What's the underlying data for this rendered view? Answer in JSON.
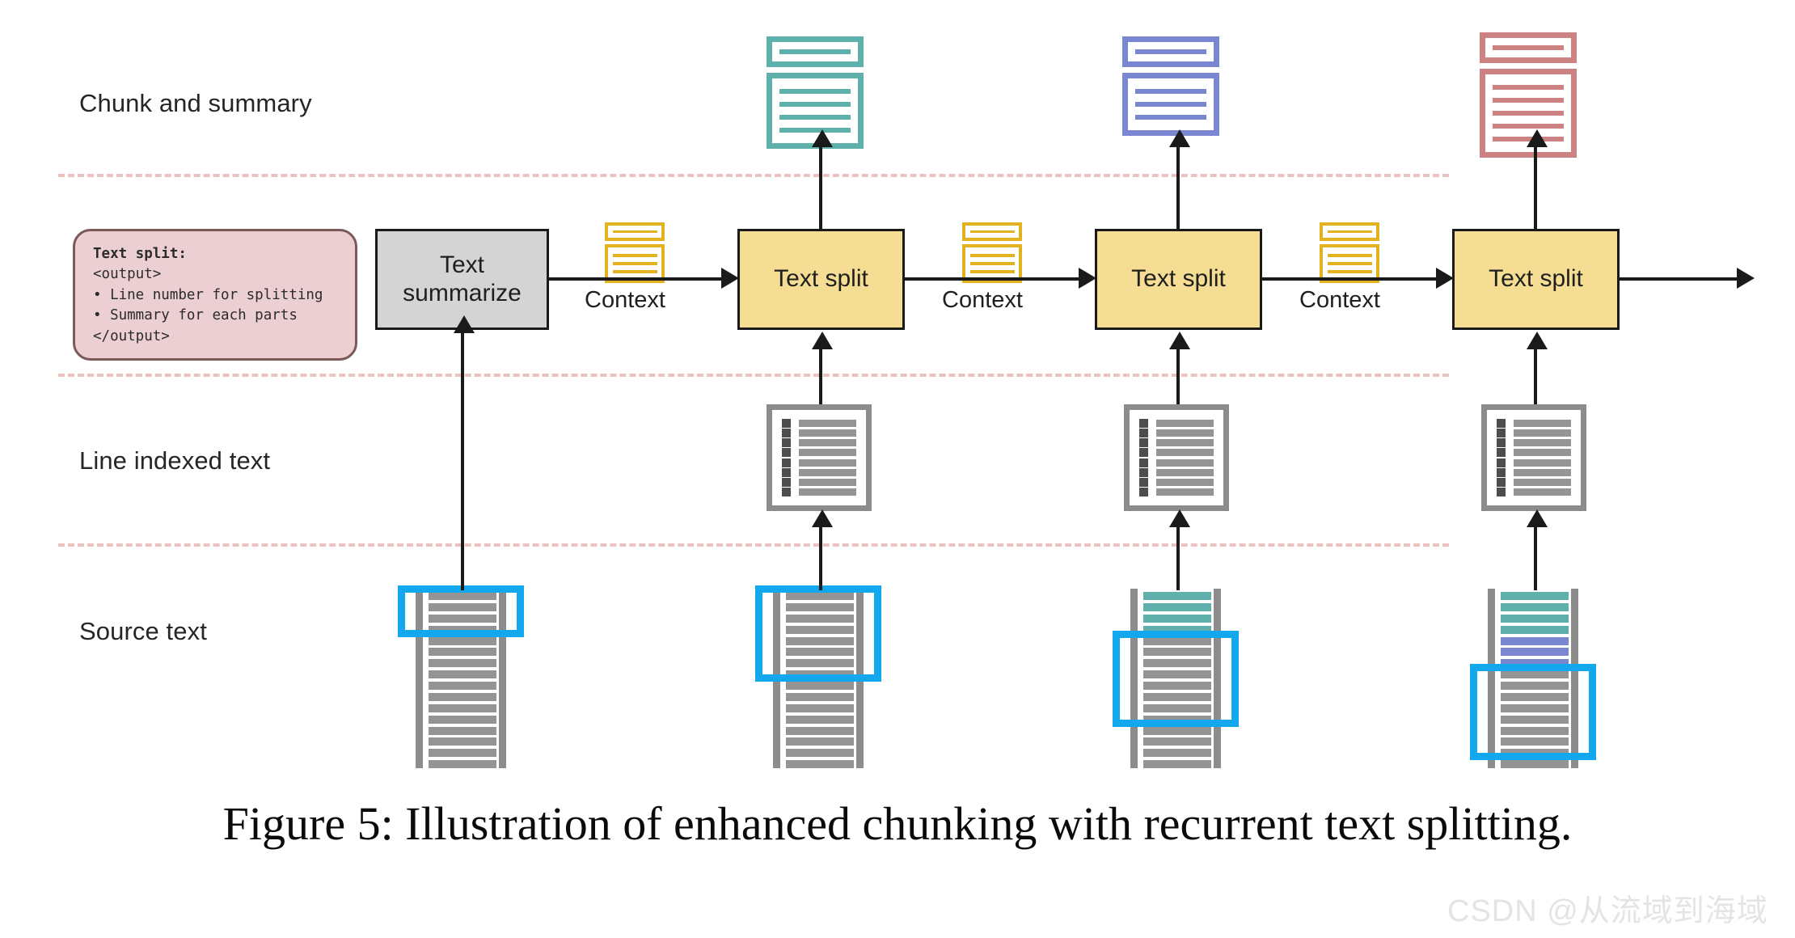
{
  "figure": {
    "caption": "Figure 5: Illustration of enhanced chunking with recurrent text splitting.",
    "watermark": "CSDN @从流域到海域"
  },
  "bands": [
    {
      "label": "Chunk and summary"
    },
    {
      "label": "Line indexed text"
    },
    {
      "label": "Source text"
    }
  ],
  "prompt": {
    "title": "Text split:",
    "open_tag": "<output>",
    "bullet1": "• Line number for splitting",
    "bullet2": "• Summary for each parts",
    "close_tag": "</output>"
  },
  "nodes": {
    "summarize": {
      "label": "Text\nsummarize",
      "line1": "Text",
      "line2": "summarize",
      "fill": "#d4d4d4"
    },
    "split": {
      "label": "Text split",
      "fill": "#f5dd93"
    }
  },
  "pipeline": [
    {
      "id": "step-1",
      "box": "Text summarize",
      "edge_label": "Context"
    },
    {
      "id": "step-2",
      "box": "Text split",
      "edge_label": "Context"
    },
    {
      "id": "step-3",
      "box": "Text split",
      "edge_label": "Context"
    },
    {
      "id": "step-4",
      "box": "Text split",
      "edge_label": ""
    }
  ],
  "edge_labels": [
    "Context",
    "Context",
    "Context"
  ],
  "chunk_icons": [
    {
      "name": "chunk-summary-teal",
      "color": "#5fb0ab",
      "summary_lines": 1,
      "chunk_lines": 4
    },
    {
      "name": "chunk-summary-blue",
      "color": "#7a86cf",
      "summary_lines": 1,
      "chunk_lines": 3
    },
    {
      "name": "chunk-summary-red",
      "color": "#cc8183",
      "summary_lines": 1,
      "chunk_lines": 5
    }
  ],
  "context_icons": [
    {
      "name": "context-doc-1",
      "color": "#e3b21f",
      "summary_lines": 1,
      "chunk_lines": 3
    },
    {
      "name": "context-doc-2",
      "color": "#e3b21f",
      "summary_lines": 1,
      "chunk_lines": 3
    },
    {
      "name": "context-doc-3",
      "color": "#e3b21f",
      "summary_lines": 1,
      "chunk_lines": 3
    }
  ],
  "line_indexed_docs": [
    {
      "name": "line-indexed-doc-1",
      "rows": 8
    },
    {
      "name": "line-indexed-doc-2",
      "rows": 8
    },
    {
      "name": "line-indexed-doc-3",
      "rows": 8
    }
  ],
  "source_docs": [
    {
      "name": "source-doc-1",
      "total_lines": 16,
      "segments": [
        {
          "color": "#949494",
          "count": 16
        }
      ],
      "selection": {
        "from_line": 0,
        "to_line": 4
      }
    },
    {
      "name": "source-doc-2",
      "total_lines": 16,
      "segments": [
        {
          "color": "#949494",
          "count": 16
        }
      ],
      "selection": {
        "from_line": 0,
        "to_line": 8
      }
    },
    {
      "name": "source-doc-3",
      "total_lines": 16,
      "segments": [
        {
          "color": "#5fb0ab",
          "count": 4
        },
        {
          "color": "#949494",
          "count": 12
        }
      ],
      "selection": {
        "from_line": 4,
        "to_line": 12
      }
    },
    {
      "name": "source-doc-4",
      "total_lines": 16,
      "segments": [
        {
          "color": "#5fb0ab",
          "count": 4
        },
        {
          "color": "#7a86cf",
          "count": 3
        },
        {
          "color": "#949494",
          "count": 9
        }
      ],
      "selection": {
        "from_line": 7,
        "to_line": 15
      }
    }
  ],
  "colors": {
    "teal": "#5fb0ab",
    "blue": "#7a86cf",
    "red": "#cc8183",
    "yellow_icon": "#e3b21f",
    "split_fill": "#f5dd93",
    "summarize_fill": "#d4d4d4",
    "prompt_fill": "#eccfd2",
    "prompt_border": "#7a5a58",
    "selection_blue": "#13a7ee",
    "doc_gray": "#8c8c8c",
    "line_gray": "#949494",
    "separator": "#e8b8b4",
    "stroke": "#1a1a1a"
  }
}
